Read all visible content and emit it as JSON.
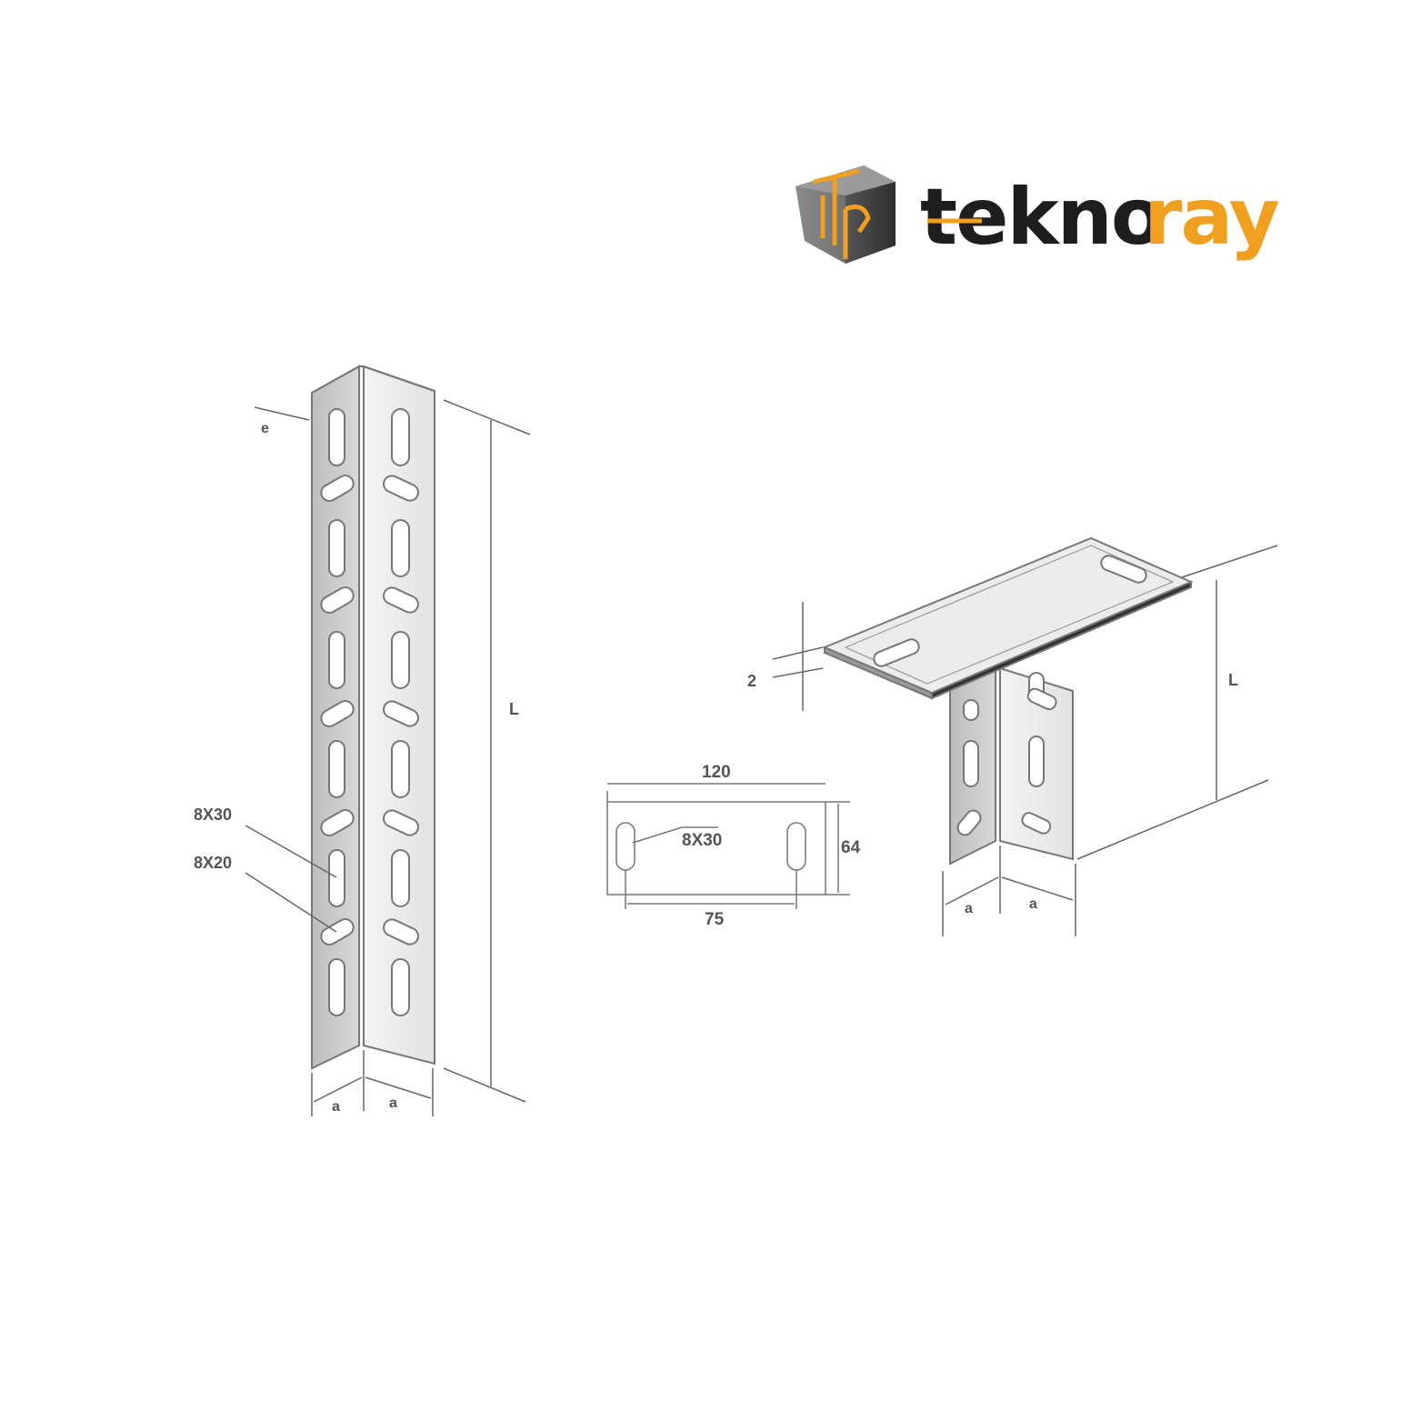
{
  "logo": {
    "monogram": "TR",
    "word_dark": "tekno",
    "word_accent": "ray",
    "accent_color": "#F0A020",
    "dark_color": "#1E1E1E"
  },
  "left_drawing": {
    "thickness_label": "e",
    "length_label": "L",
    "slot_large_label": "8X30",
    "slot_small_label": "8X20",
    "width_label_left": "a",
    "width_label_right": "a"
  },
  "right_drawing": {
    "plate_thickness_label": "2",
    "length_label": "L",
    "width_label_left": "a",
    "width_label_right": "a"
  },
  "plate_detail": {
    "width_label": "120",
    "height_label": "64",
    "hole_spacing_label": "75",
    "slot_label": "8X30"
  }
}
